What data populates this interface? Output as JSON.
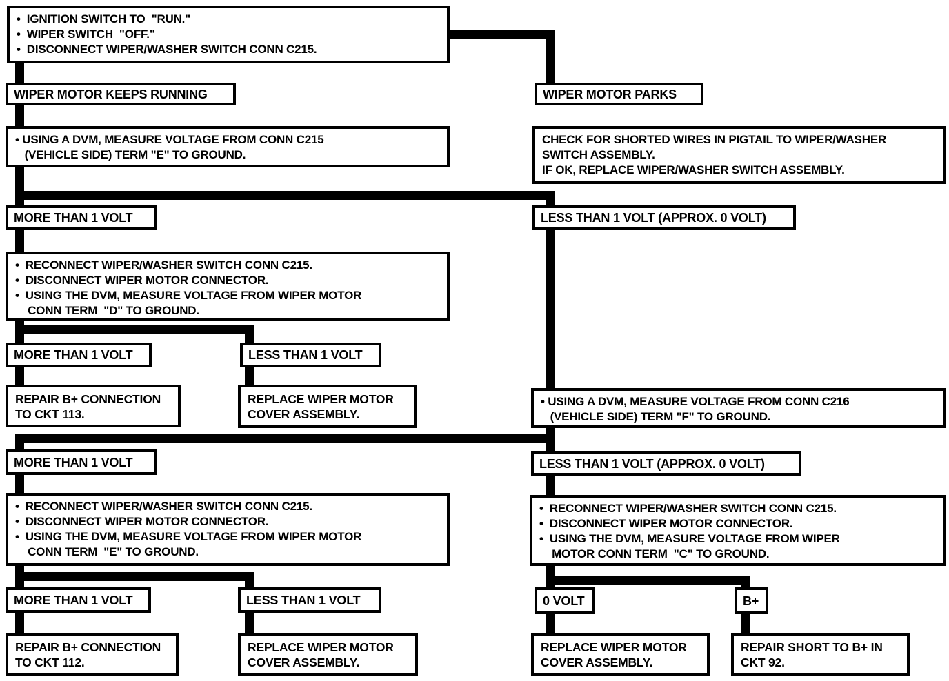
{
  "diagram": {
    "kind": "diagnostic-flowchart",
    "subject": "wiper motor troubleshooting",
    "colors": {
      "line": "#000000",
      "box_border": "#000000",
      "background": "#ffffff",
      "text": "#000000"
    },
    "nodes": {
      "start": {
        "text": "•  IGNITION SWITCH TO  \"RUN.\"\n•  WIPER SWITCH  \"OFF.\"\n•  DISCONNECT WIPER/WASHER SWITCH CONN C215."
      },
      "keeps_running": {
        "text": "WIPER MOTOR KEEPS RUNNING"
      },
      "parks": {
        "text": "WIPER MOTOR PARKS"
      },
      "measure_e": {
        "text": "• USING A DVM, MEASURE VOLTAGE FROM CONN C215\n   (VEHICLE SIDE) TERM \"E\" TO GROUND."
      },
      "check_shorted": {
        "text": "CHECK FOR SHORTED WIRES IN PIGTAIL TO WIPER/WASHER\nSWITCH ASSEMBLY.\nIF OK, REPLACE WIPER/WASHER SWITCH ASSEMBLY."
      },
      "more_1": {
        "text": "MORE THAN 1 VOLT"
      },
      "less_approx_1": {
        "text": "LESS THAN 1 VOLT (APPROX. 0 VOLT)"
      },
      "reconnect_d": {
        "text": "•  RECONNECT WIPER/WASHER SWITCH CONN C215.\n•  DISCONNECT WIPER MOTOR CONNECTOR.\n•  USING THE DVM, MEASURE VOLTAGE FROM WIPER MOTOR\n    CONN TERM  \"D\" TO GROUND."
      },
      "more_2": {
        "text": "MORE THAN 1 VOLT"
      },
      "less_1": {
        "text": "LESS THAN 1 VOLT"
      },
      "repair_113": {
        "text": "REPAIR B+ CONNECTION\nTO CKT 113."
      },
      "replace_1": {
        "text": "REPLACE WIPER MOTOR\nCOVER ASSEMBLY."
      },
      "measure_f": {
        "text": "• USING A DVM, MEASURE VOLTAGE FROM CONN C216\n   (VEHICLE SIDE) TERM \"F\" TO GROUND."
      },
      "more_3": {
        "text": "MORE THAN 1 VOLT"
      },
      "less_approx_2": {
        "text": "LESS THAN 1 VOLT (APPROX. 0 VOLT)"
      },
      "reconnect_e": {
        "text": "•  RECONNECT WIPER/WASHER SWITCH CONN C215.\n•  DISCONNECT WIPER MOTOR CONNECTOR.\n•  USING THE DVM, MEASURE VOLTAGE FROM WIPER MOTOR\n    CONN TERM  \"E\" TO GROUND."
      },
      "reconnect_c": {
        "text": "•  RECONNECT WIPER/WASHER SWITCH CONN C215.\n•  DISCONNECT WIPER MOTOR CONNECTOR.\n•  USING THE DVM, MEASURE VOLTAGE FROM WIPER\n    MOTOR CONN TERM  \"C\" TO GROUND."
      },
      "more_4": {
        "text": "MORE THAN 1 VOLT"
      },
      "less_2": {
        "text": "LESS THAN 1 VOLT"
      },
      "zero_volt": {
        "text": "0 VOLT"
      },
      "b_plus": {
        "text": "B+"
      },
      "repair_112": {
        "text": "REPAIR B+ CONNECTION\nTO CKT 112."
      },
      "replace_2": {
        "text": "REPLACE WIPER MOTOR\nCOVER ASSEMBLY."
      },
      "replace_3": {
        "text": "REPLACE WIPER MOTOR\nCOVER ASSEMBLY."
      },
      "repair_92": {
        "text": "REPAIR SHORT TO B+ IN\nCKT 92."
      }
    },
    "edges": [
      [
        "start",
        "keeps_running"
      ],
      [
        "start",
        "parks"
      ],
      [
        "keeps_running",
        "measure_e"
      ],
      [
        "parks",
        "check_shorted"
      ],
      [
        "measure_e",
        "more_1"
      ],
      [
        "measure_e",
        "less_approx_1"
      ],
      [
        "more_1",
        "reconnect_d"
      ],
      [
        "reconnect_d",
        "more_2"
      ],
      [
        "reconnect_d",
        "less_1"
      ],
      [
        "more_2",
        "repair_113"
      ],
      [
        "less_1",
        "replace_1"
      ],
      [
        "less_approx_1",
        "measure_f"
      ],
      [
        "measure_f",
        "more_3"
      ],
      [
        "measure_f",
        "less_approx_2"
      ],
      [
        "more_3",
        "reconnect_e"
      ],
      [
        "less_approx_2",
        "reconnect_c"
      ],
      [
        "reconnect_e",
        "more_4"
      ],
      [
        "reconnect_e",
        "less_2"
      ],
      [
        "more_4",
        "repair_112"
      ],
      [
        "less_2",
        "replace_2"
      ],
      [
        "reconnect_c",
        "zero_volt"
      ],
      [
        "reconnect_c",
        "b_plus"
      ],
      [
        "zero_volt",
        "replace_3"
      ],
      [
        "b_plus",
        "repair_92"
      ]
    ]
  }
}
